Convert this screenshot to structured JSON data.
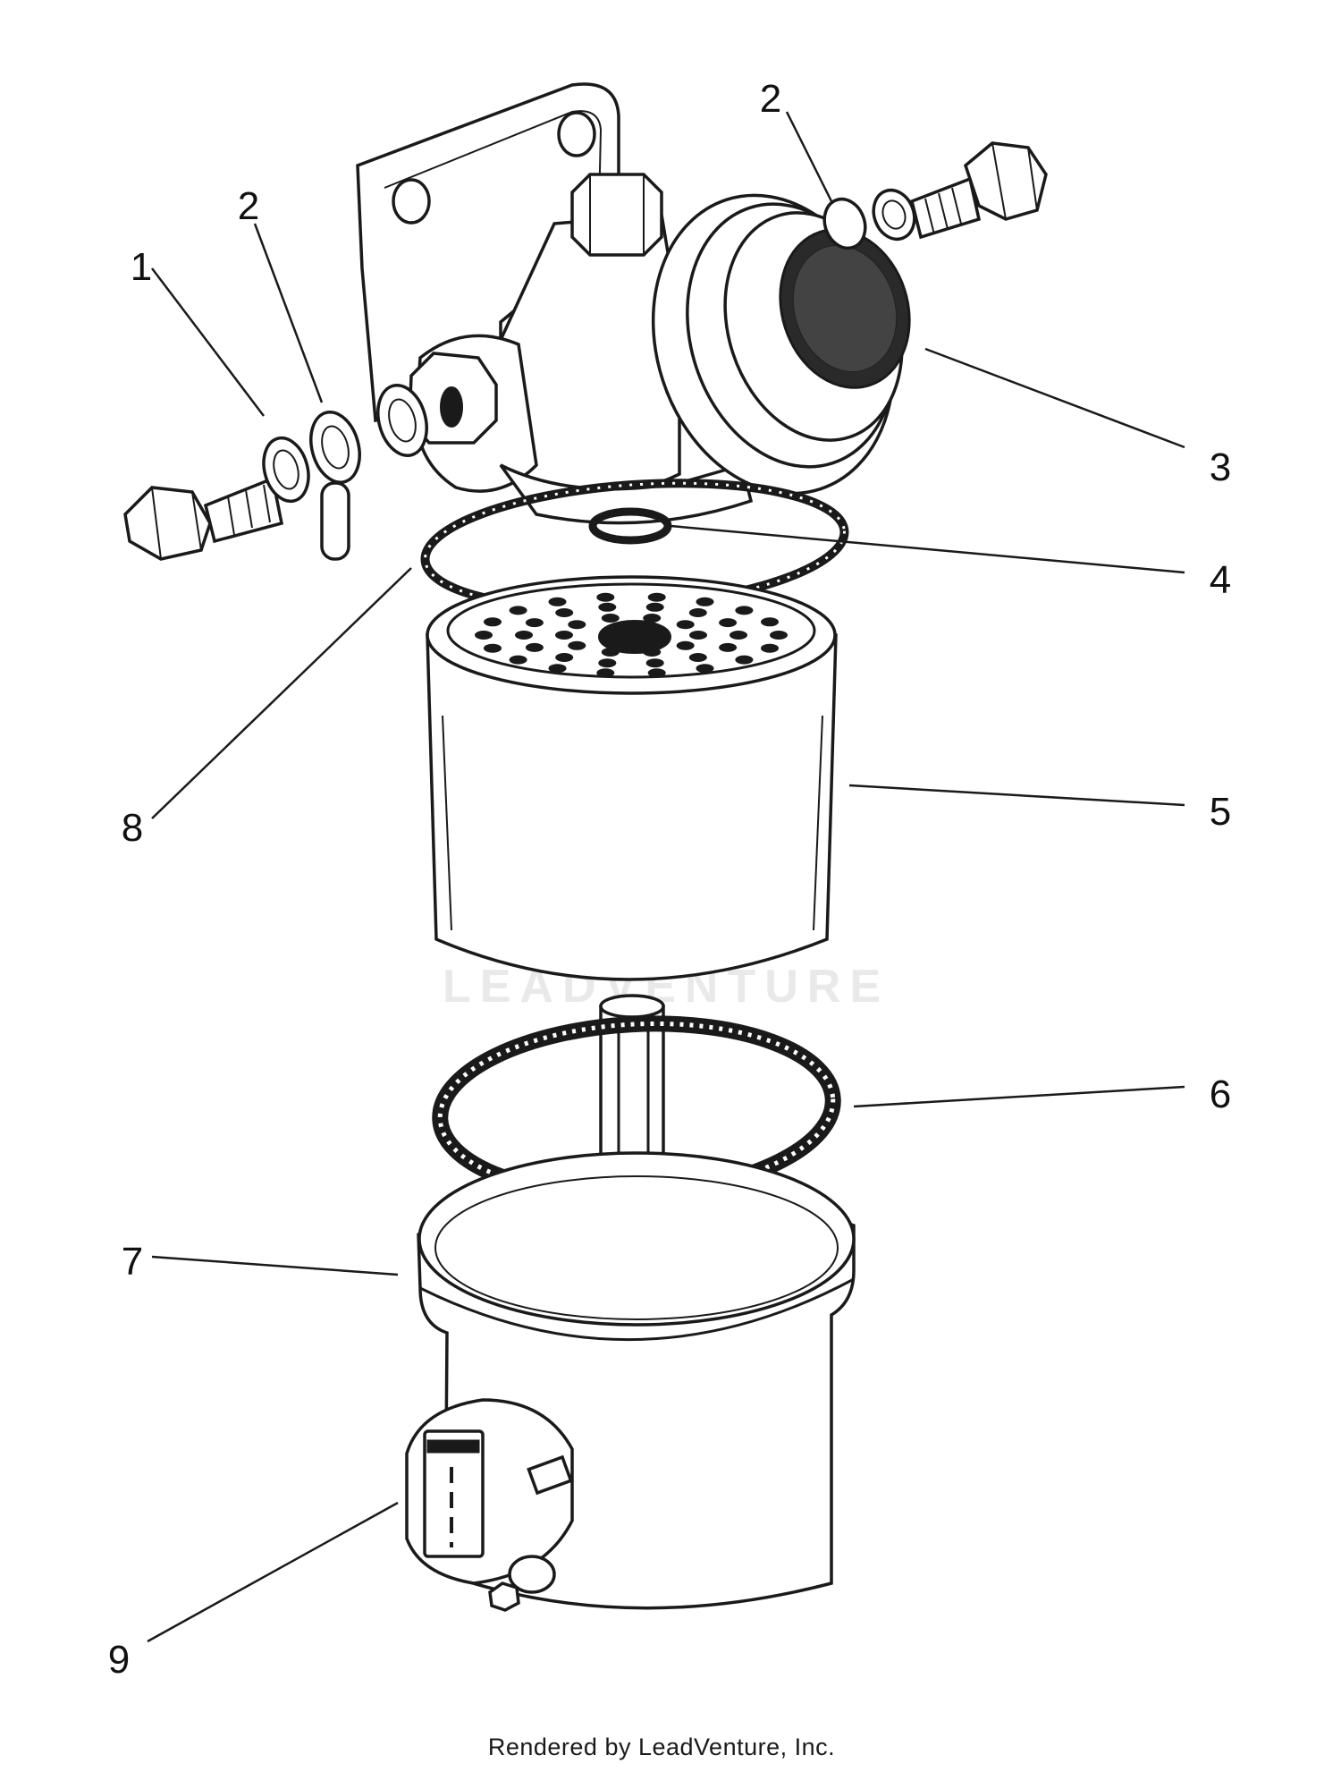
{
  "callouts": [
    {
      "id": "1",
      "label": "1"
    },
    {
      "id": "2a",
      "label": "2"
    },
    {
      "id": "2b",
      "label": "2"
    },
    {
      "id": "3",
      "label": "3"
    },
    {
      "id": "4",
      "label": "4"
    },
    {
      "id": "5",
      "label": "5"
    },
    {
      "id": "6",
      "label": "6"
    },
    {
      "id": "7",
      "label": "7"
    },
    {
      "id": "8",
      "label": "8"
    },
    {
      "id": "9",
      "label": "9"
    }
  ],
  "footer": {
    "credit": "Rendered by LeadVenture, Inc."
  },
  "watermark": {
    "text": "LEADVENTURE"
  }
}
